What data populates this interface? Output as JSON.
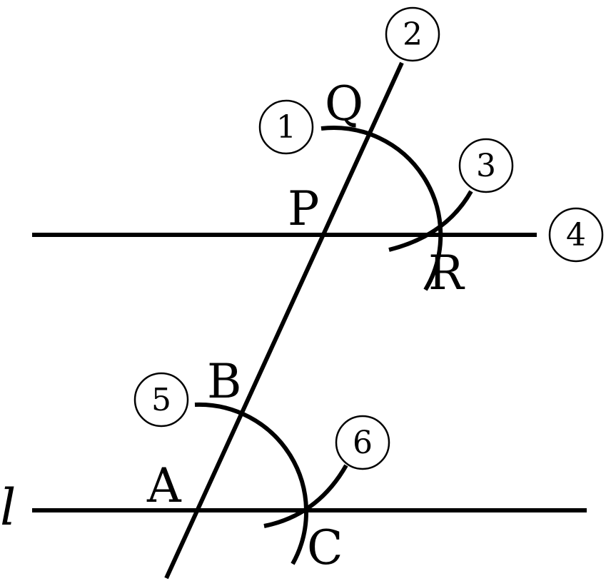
{
  "points": {
    "Q": "Q",
    "P": "P",
    "R": "R",
    "B": "B",
    "A": "A",
    "C": "C"
  },
  "line_label": "l",
  "steps": [
    "1",
    "2",
    "3",
    "4",
    "5",
    "6"
  ]
}
